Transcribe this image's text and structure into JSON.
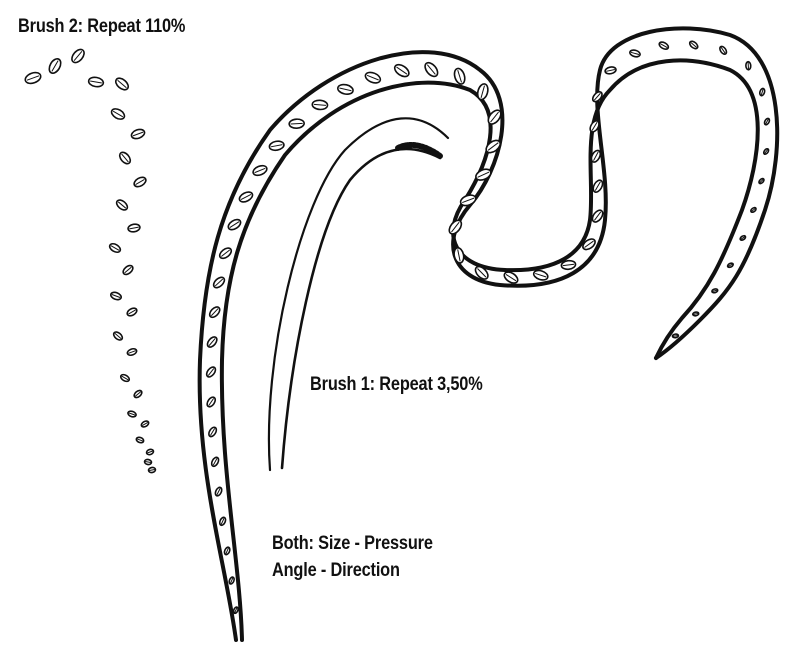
{
  "labels": {
    "brush2": "Brush 2: Repeat 110%",
    "brush1": "Brush 1: Repeat 3,50%",
    "both_line1": "Both: Size - Pressure",
    "both_line2": "Angle - Direction"
  },
  "colors": {
    "ink": "#111111",
    "paper": "#ffffff"
  }
}
